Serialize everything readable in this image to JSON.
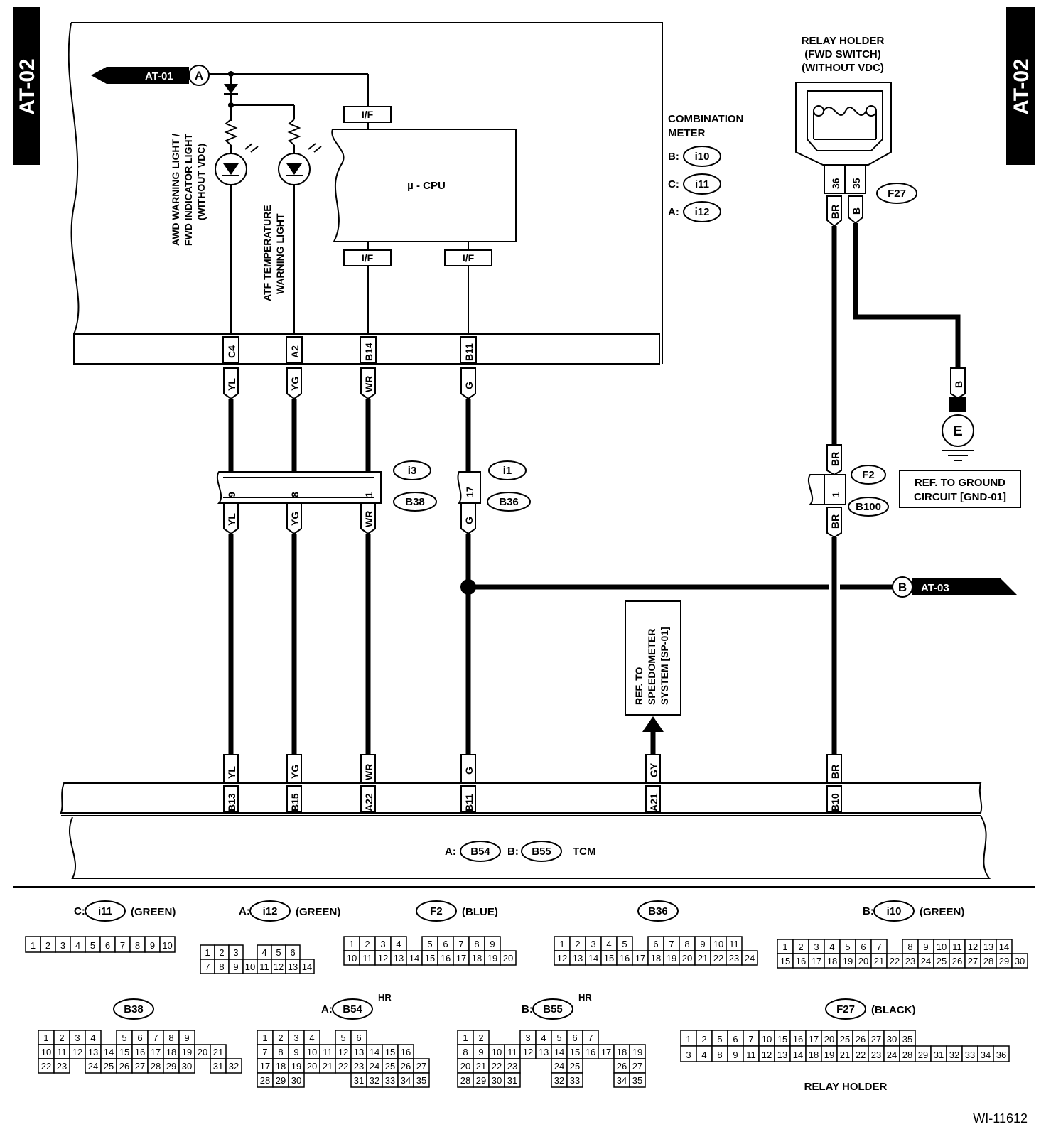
{
  "page_code": "AT-02",
  "figure_id": "WI-11612",
  "refs": {
    "at01": "AT-01",
    "at03": "AT-03",
    "a": "A",
    "b": "B",
    "e": "E"
  },
  "combination_meter": {
    "title_line1": "COMBINATION",
    "title_line2": "METER",
    "connectors": [
      {
        "prefix": "B:",
        "id": "i10"
      },
      {
        "prefix": "C:",
        "id": "i11"
      },
      {
        "prefix": "A:",
        "id": "i12"
      }
    ],
    "cpu_label": "µ - CPU",
    "if_label": "I/F",
    "awd_light_line1": "AWD WARNING LIGHT /",
    "awd_light_line2": "FWD INDICATOR LIGHT",
    "awd_light_line3": "(WITHOUT VDC)",
    "atf_light_line1": "ATF TEMPERATURE",
    "atf_light_line2": "WARNING LIGHT",
    "terminals": [
      "C4",
      "A2",
      "B14",
      "B11"
    ]
  },
  "relay_holder": {
    "line1": "RELAY HOLDER",
    "line2": "(FWD SWITCH)",
    "line3": "(WITHOUT VDC)",
    "pins": [
      "36",
      "35"
    ],
    "connector": "F27"
  },
  "wires": {
    "yl": "YL",
    "yg": "YG",
    "wr": "WR",
    "g": "G",
    "gy": "GY",
    "br": "BR",
    "b": "B"
  },
  "joint1": {
    "connectors": [
      "i3",
      "B38"
    ],
    "pins": [
      "9",
      "8",
      "1"
    ]
  },
  "joint2": {
    "connectors": [
      "i1",
      "B36"
    ],
    "pins": [
      "17"
    ]
  },
  "joint3": {
    "connectors": [
      "F2",
      "B100"
    ],
    "pins": [
      "1"
    ]
  },
  "ground_ref_line1": "REF. TO GROUND",
  "ground_ref_line2": "CIRCUIT [GND-01]",
  "speedo_ref_line1": "REF. TO",
  "speedo_ref_line2": "SPEEDOMETER",
  "speedo_ref_line3": "SYSTEM [SP-01]",
  "tcm": {
    "terminals": [
      "B13",
      "B15",
      "A22",
      "B11",
      "A21",
      "B10"
    ],
    "prefix_a": "A:",
    "conn_a": "B54",
    "prefix_b": "B:",
    "conn_b": "B55",
    "label": "TCM"
  },
  "connector_views": {
    "i11": {
      "prefix": "C:",
      "id": "i11",
      "color": "(GREEN)",
      "rows": [
        [
          "1",
          "2",
          "3",
          "4",
          "5",
          "6",
          "7",
          "8",
          "9",
          "10"
        ]
      ]
    },
    "i12": {
      "prefix": "A:",
      "id": "i12",
      "color": "(GREEN)",
      "rows": [
        [
          "1",
          "2",
          "3",
          "",
          "4",
          "5",
          "6"
        ],
        [
          "7",
          "8",
          "9",
          "10",
          "11",
          "12",
          "13",
          "14"
        ]
      ]
    },
    "f2": {
      "prefix": "",
      "id": "F2",
      "color": "(BLUE)",
      "rows": [
        [
          "1",
          "2",
          "3",
          "4",
          "",
          "5",
          "6",
          "7",
          "8",
          "9"
        ],
        [
          "10",
          "11",
          "12",
          "13",
          "14",
          "15",
          "16",
          "17",
          "18",
          "19",
          "20"
        ]
      ]
    },
    "b36": {
      "prefix": "",
      "id": "B36",
      "color": "",
      "rows": [
        [
          "1",
          "2",
          "3",
          "4",
          "5",
          "",
          "6",
          "7",
          "8",
          "9",
          "10",
          "11"
        ],
        [
          "12",
          "13",
          "14",
          "15",
          "16",
          "17",
          "18",
          "19",
          "20",
          "21",
          "22",
          "23",
          "24"
        ]
      ]
    },
    "i10": {
      "prefix": "B:",
      "id": "i10",
      "color": "(GREEN)",
      "rows": [
        [
          "1",
          "2",
          "3",
          "4",
          "5",
          "6",
          "7",
          "",
          "8",
          "9",
          "10",
          "11",
          "12",
          "13",
          "14"
        ],
        [
          "15",
          "16",
          "17",
          "18",
          "19",
          "20",
          "21",
          "22",
          "23",
          "24",
          "25",
          "26",
          "27",
          "28",
          "29",
          "30"
        ]
      ]
    },
    "b38": {
      "prefix": "",
      "id": "B38",
      "color": "",
      "rows": [
        [
          "1",
          "2",
          "3",
          "4",
          "",
          "5",
          "6",
          "7",
          "8",
          "9"
        ],
        [
          "10",
          "11",
          "12",
          "13",
          "14",
          "15",
          "16",
          "17",
          "18",
          "19",
          "20",
          "21"
        ],
        [
          "22",
          "23",
          "",
          "24",
          "25",
          "26",
          "27",
          "28",
          "29",
          "30",
          "",
          "31",
          "32"
        ]
      ]
    },
    "b54": {
      "prefix": "A:",
      "id": "B54",
      "color": "",
      "tag": "HR",
      "rows": [
        [
          "1",
          "2",
          "3",
          "4",
          "",
          "5",
          "6"
        ],
        [
          "7",
          "8",
          "9",
          "10",
          "11",
          "12",
          "13",
          "14",
          "15",
          "16"
        ],
        [
          "17",
          "18",
          "19",
          "20",
          "21",
          "22",
          "23",
          "24",
          "25",
          "26",
          "27"
        ],
        [
          "28",
          "29",
          "30",
          "",
          "",
          "",
          "31",
          "32",
          "33",
          "34",
          "35"
        ]
      ]
    },
    "b55": {
      "prefix": "B:",
      "id": "B55",
      "color": "",
      "tag": "HR",
      "rows": [
        [
          "1",
          "2",
          "",
          "",
          "3",
          "4",
          "5",
          "6",
          "7"
        ],
        [
          "8",
          "9",
          "10",
          "11",
          "12",
          "13",
          "14",
          "15",
          "16",
          "17",
          "18",
          "19"
        ],
        [
          "20",
          "21",
          "22",
          "23",
          "",
          "",
          "24",
          "25",
          "",
          "",
          "26",
          "27"
        ],
        [
          "28",
          "29",
          "30",
          "31",
          "",
          "",
          "32",
          "33",
          "",
          "",
          "34",
          "35"
        ]
      ]
    },
    "f27": {
      "prefix": "",
      "id": "F27",
      "color": "(BLACK)",
      "caption": "RELAY HOLDER",
      "rows": [
        [
          "1",
          "2",
          "5",
          "6",
          "7",
          "10",
          "15",
          "16",
          "17",
          "20",
          "25",
          "26",
          "27",
          "30",
          "35"
        ],
        [
          "3",
          "4",
          "8",
          "9",
          "11",
          "12",
          "13",
          "14",
          "18",
          "19",
          "21",
          "22",
          "23",
          "24",
          "28",
          "29",
          "31",
          "32",
          "33",
          "34",
          "36"
        ]
      ]
    }
  }
}
